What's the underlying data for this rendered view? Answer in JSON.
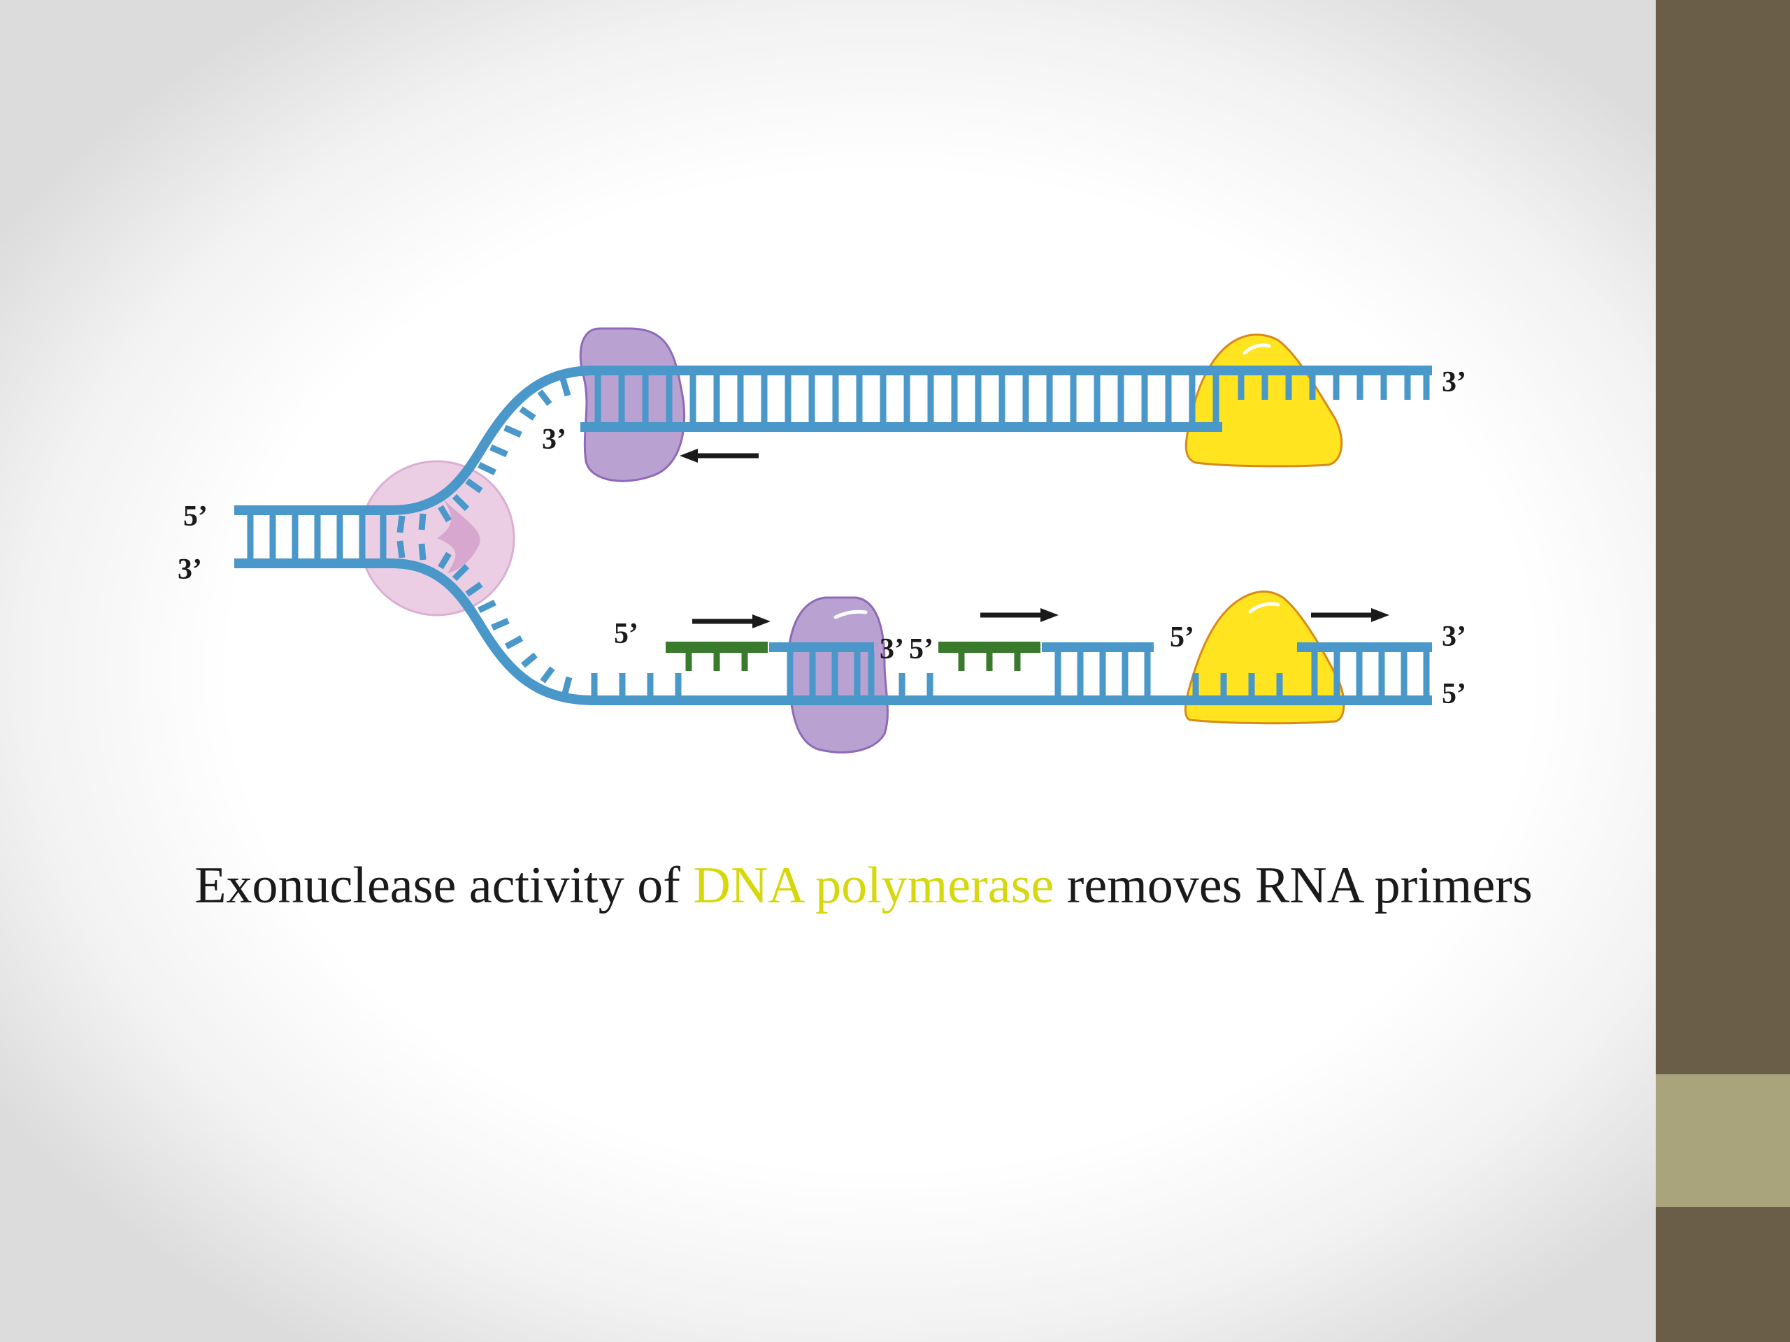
{
  "colors": {
    "dna_strand": "#4a97c9",
    "rna_primer": "#3a7a2c",
    "dna_polymerase": "#b9a1d2",
    "helicase": "#e9c9e2",
    "ligase_yellow": "#ffe41f",
    "caption_text": "#1a1a1a",
    "caption_highlight": "#d6d80c",
    "sidebar_dark": "#6a5e48",
    "sidebar_light": "#a9a47c"
  },
  "labels": {
    "left_top_5": "5’",
    "left_bottom_3": "3’",
    "leading_3": "3’",
    "top_right_3": "3’",
    "lagging_primer1_5": "5’",
    "lagging_mid_3": "3’",
    "lagging_mid_5": "5’",
    "lagging_frag3_5": "5’",
    "bottom_right_3": "3’",
    "bottom_right_5": "5’"
  },
  "caption": {
    "part1": "Exonuclease activity of ",
    "highlight": "DNA polymerase",
    "part2": " removes RNA primers"
  }
}
